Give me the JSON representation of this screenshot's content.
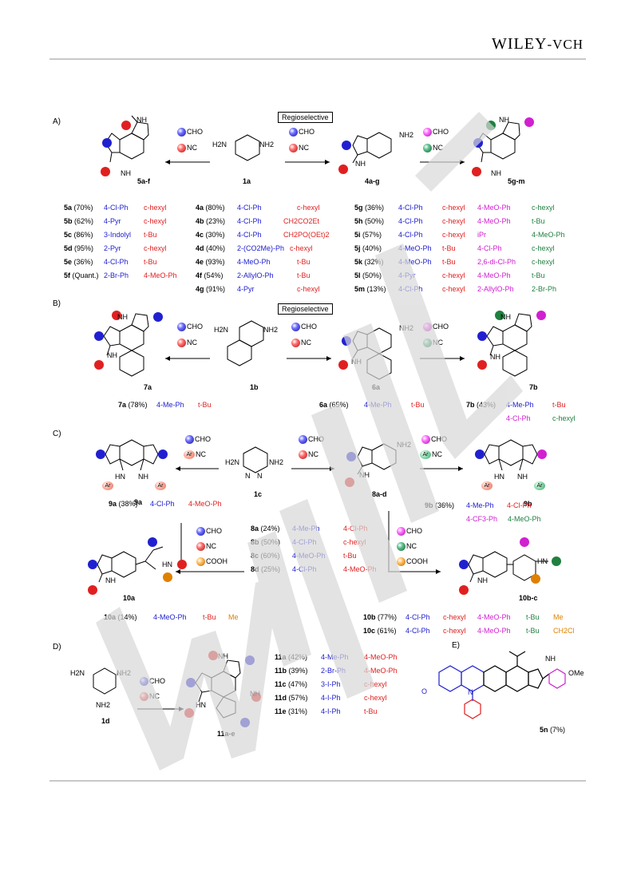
{
  "header": {
    "publisher_main": "WILEY",
    "publisher_suffix": "-VCH"
  },
  "labels": {
    "regio": "Regioselective",
    "cho": "CHO",
    "nc": "NC",
    "cooh": "COOH",
    "nh": "NH",
    "nh2": "NH2",
    "h2n": "H2N",
    "hn": "HN",
    "ar": "Ar",
    "n": "N",
    "me": "Me"
  },
  "sections": {
    "A": "A)",
    "B": "B)",
    "C": "C)",
    "D": "D)",
    "E": "E)"
  },
  "compounds": {
    "c5af": "5a-f",
    "c1a": "1a",
    "c4ag": "4a-g",
    "c5gm": "5g-m",
    "c7a": "7a",
    "c1b": "1b",
    "c6a": "6a",
    "c7b": "7b",
    "c9a": "9a",
    "c1c": "1c",
    "c8ad": "8a-d",
    "c9b": "9b",
    "c10a": "10a",
    "c10bc": "10b-c",
    "c1d": "1d",
    "c11ae": "11a-e",
    "c5n": "5n",
    "c5n_yield": "(7%)"
  },
  "tables": {
    "t5af": [
      {
        "id": "5a",
        "y": "(70%)",
        "a": "4-Cl-Ph",
        "b": "c-hexyl"
      },
      {
        "id": "5b",
        "y": "(62%)",
        "a": "4-Pyr",
        "b": "c-hexyl"
      },
      {
        "id": "5c",
        "y": "(86%)",
        "a": "3-Indolyl",
        "b": "t-Bu"
      },
      {
        "id": "5d",
        "y": "(95%)",
        "a": "2-Pyr",
        "b": "c-hexyl"
      },
      {
        "id": "5e",
        "y": "(36%)",
        "a": "4-Cl-Ph",
        "b": "t-Bu"
      },
      {
        "id": "5f",
        "y": "(Quant.)",
        "a": "2-Br-Ph",
        "b": "4-MeO-Ph"
      }
    ],
    "t4ag": [
      {
        "id": "4a",
        "y": "(80%)",
        "a": "4-Cl-Ph",
        "b": "c-hexyl"
      },
      {
        "id": "4b",
        "y": "(23%)",
        "a": "4-Cl-Ph",
        "b": "CH2CO2Et"
      },
      {
        "id": "4c",
        "y": "(30%)",
        "a": "4-Cl-Ph",
        "b": "CH2PO(OEt)2"
      },
      {
        "id": "4d",
        "y": "(40%)",
        "a": "2-(CO2Me)-Ph",
        "b": "c-hexyl"
      },
      {
        "id": "4e",
        "y": "(93%)",
        "a": "4-MeO-Ph",
        "b": "t-Bu"
      },
      {
        "id": "4f",
        "y": "(54%)",
        "a": "2-AllylO-Ph",
        "b": "t-Bu"
      },
      {
        "id": "4g",
        "y": "(91%)",
        "a": "4-Pyr",
        "b": "c-hexyl"
      }
    ],
    "t5gm": [
      {
        "id": "5g",
        "y": "(36%)",
        "a": "4-Cl-Ph",
        "b": "c-hexyl",
        "c": "4-MeO-Ph",
        "d": "c-hexyl"
      },
      {
        "id": "5h",
        "y": "(50%)",
        "a": "4-Cl-Ph",
        "b": "c-hexyl",
        "c": "4-MeO-Ph",
        "d": "t-Bu"
      },
      {
        "id": "5i",
        "y": "(57%)",
        "a": "4-Cl-Ph",
        "b": "c-hexyl",
        "c": "iPr",
        "d": "4-MeO-Ph"
      },
      {
        "id": "5j",
        "y": "(40%)",
        "a": "4-MeO-Ph",
        "b": "t-Bu",
        "c": "4-Cl-Ph",
        "d": "c-hexyl"
      },
      {
        "id": "5k",
        "y": "(32%)",
        "a": "4-MeO-Ph",
        "b": "t-Bu",
        "c": "2,6-di-Cl-Ph",
        "d": "c-hexyl"
      },
      {
        "id": "5l",
        "y": "(50%)",
        "a": "4-Pyr",
        "b": "c-hexyl",
        "c": "4-MeO-Ph",
        "d": "t-Bu"
      },
      {
        "id": "5m",
        "y": "(13%)",
        "a": "4-Cl-Ph",
        "b": "c-hexyl",
        "c": "2-AllylO-Ph",
        "d": "2-Br-Ph"
      }
    ],
    "t7a": {
      "id": "7a",
      "y": "(78%)",
      "a": "4-Me-Ph",
      "b": "t-Bu"
    },
    "t6a": {
      "id": "6a",
      "y": "(65%)",
      "a": "4-Me-Ph",
      "b": "t-Bu"
    },
    "t7b": {
      "id": "7b",
      "y": "(43%)",
      "a": "4-Me-Ph",
      "b": "t-Bu",
      "c": "4-Cl-Ph",
      "d": "c-hexyl"
    },
    "t9a": {
      "id": "9a",
      "y": "(38%)",
      "a": "4-Cl-Ph",
      "b": "4-MeO-Ph"
    },
    "t9b": {
      "id": "9b",
      "y": "(36%)",
      "a": "4-Me-Ph",
      "b": "4-Cl-Ph",
      "c": "4-CF3-Ph",
      "d": "4-MeO-Ph"
    },
    "t8ad": [
      {
        "id": "8a",
        "y": "(24%)",
        "a": "4-Me-Ph",
        "b": "4-Cl-Ph"
      },
      {
        "id": "8b",
        "y": "(50%)",
        "a": "4-Cl-Ph",
        "b": "c-hexyl"
      },
      {
        "id": "8c",
        "y": "(60%)",
        "a": "4-MeO-Ph",
        "b": "t-Bu"
      },
      {
        "id": "8d",
        "y": "(25%)",
        "a": "4-Cl-Ph",
        "b": "4-MeO-Ph"
      }
    ],
    "t10a": {
      "id": "10a",
      "y": "(14%)",
      "a": "4-MeO-Ph",
      "b": "t-Bu",
      "c": "Me"
    },
    "t10bc": [
      {
        "id": "10b",
        "y": "(77%)",
        "a": "4-Cl-Ph",
        "b": "c-hexyl",
        "c": "4-MeO-Ph",
        "d": "t-Bu",
        "e": "Me"
      },
      {
        "id": "10c",
        "y": "(61%)",
        "a": "4-Cl-Ph",
        "b": "c-hexyl",
        "c": "4-MeO-Ph",
        "d": "t-Bu",
        "e": "CH2Cl"
      }
    ],
    "t11ae": [
      {
        "id": "11a",
        "y": "(42%)",
        "a": "4-Me-Ph",
        "b": "4-MeO-Ph"
      },
      {
        "id": "11b",
        "y": "(39%)",
        "a": "2-Br-Ph",
        "b": "4-MeO-Ph"
      },
      {
        "id": "11c",
        "y": "(47%)",
        "a": "3-I-Ph",
        "b": "c-hexyl"
      },
      {
        "id": "11d",
        "y": "(57%)",
        "a": "4-I-Ph",
        "b": "c-hexyl"
      },
      {
        "id": "11e",
        "y": "(31%)",
        "a": "4-I-Ph",
        "b": "t-Bu"
      }
    ]
  },
  "colors": {
    "blue": "#2020d0",
    "red": "#e02020",
    "magenta": "#d020d0",
    "green": "#208040",
    "orange": "#e08000",
    "watermark": "#d8d8d8"
  }
}
